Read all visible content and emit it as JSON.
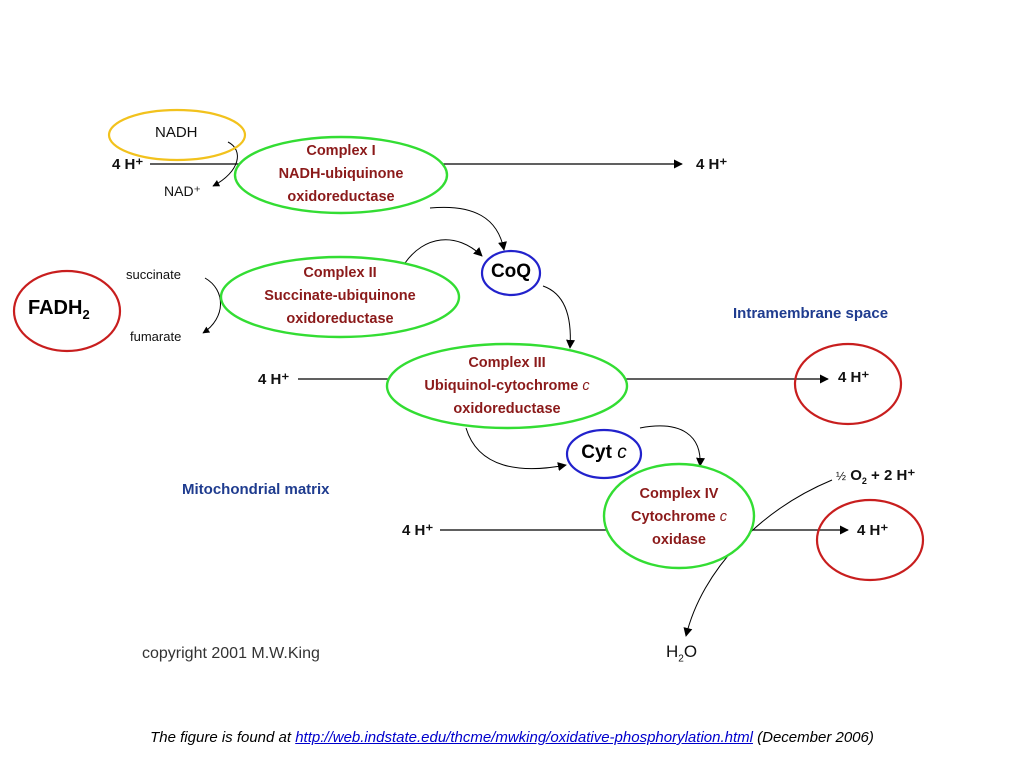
{
  "colors": {
    "complex_outline": "#33dd33",
    "carrier_outline": "#2222cc",
    "nadh_outline": "#f2c21d",
    "highlight_outline": "#c81e1e",
    "complex_text": "#8b1a1a",
    "region_text": "#1f3c8f"
  },
  "nadh": {
    "label": "NADH",
    "product": "NAD⁺"
  },
  "fadh2": {
    "base": "FADH",
    "sub": "2"
  },
  "succinate": {
    "label": "succinate",
    "product": "fumarate"
  },
  "complex1": {
    "name": "Complex I",
    "line2": "NADH-ubiquinone",
    "line3": "oxidoreductase"
  },
  "complex2": {
    "name": "Complex II",
    "line2": "Succinate-ubiquinone",
    "line3": "oxidoreductase"
  },
  "complex3": {
    "name": "Complex III",
    "line2": "Ubiquinol-cytochrome",
    "line2_italic": "c",
    "line3": "oxidoreductase"
  },
  "complex4": {
    "name": "Complex IV",
    "line2": "Cytochrome",
    "line2_italic": "c",
    "line3": "oxidase"
  },
  "coq": {
    "label": "CoQ"
  },
  "cytc": {
    "label": "Cyt",
    "italic": "c"
  },
  "protons": {
    "c1_in": "4 H⁺",
    "c1_out": "4 H⁺",
    "c3_in": "4 H⁺",
    "c3_out": "4 H⁺",
    "c4_in": "4 H⁺",
    "c4_out": "4 H⁺"
  },
  "oxygen": {
    "half": "½",
    "o2_base": "O",
    "o2_sub": "2",
    "protons": "+ 2 H⁺"
  },
  "water": {
    "base": "H",
    "sub": "2",
    "end": "O"
  },
  "regions": {
    "intermembrane": "Intramembrane space",
    "matrix": "Mitochondrial matrix"
  },
  "copyright": "copyright 2001 M.W.King",
  "caption": {
    "prefix": "The figure is found at ",
    "link": "http://web.indstate.edu/thcme/mwking/oxidative-phosphorylation.html",
    "suffix": " (December 2006)"
  }
}
